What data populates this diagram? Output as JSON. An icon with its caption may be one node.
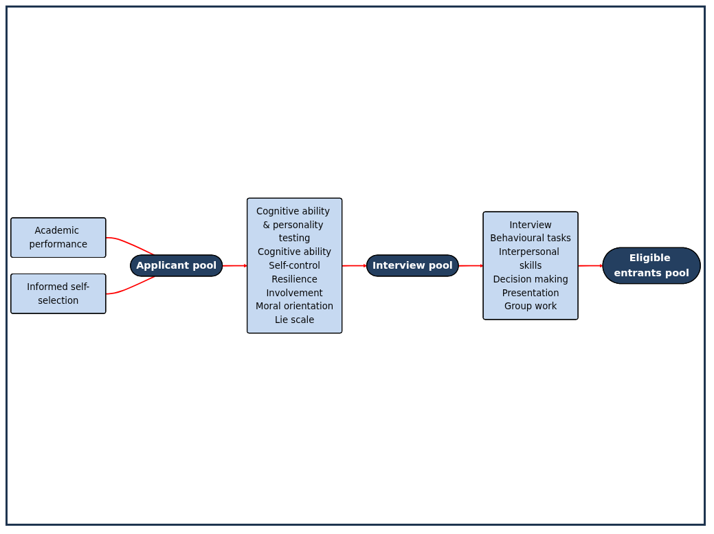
{
  "diagram": {
    "nodes": [
      {
        "text": [
          "Academic performance"
        ]
      },
      {
        "text": [
          "Informed self-selection"
        ]
      },
      {
        "text": [
          "Applicant pool"
        ]
      },
      {
        "text": [
          "Cognitive ability & personality testing",
          "Cognitive ability",
          "Self-control",
          "Resilience",
          "Involvement",
          "Moral orientation",
          "Lie scale"
        ]
      },
      {
        "text": [
          "Interview pool"
        ]
      },
      {
        "text": [
          "Interview",
          "Behavioural tasks",
          "Interpersonal skills",
          "Decision making",
          "Presentation",
          "Group work"
        ]
      },
      {
        "text": [
          "Eligible entrants pool"
        ]
      }
    ],
    "edges": [
      {
        "from": 0,
        "to": 2,
        "arrow": "none"
      },
      {
        "from": 1,
        "to": 2,
        "arrow": "none"
      },
      {
        "from": 2,
        "to": 3,
        "arrow": "to"
      },
      {
        "from": 3,
        "to": 4,
        "arrow": "to"
      },
      {
        "from": 4,
        "to": 5,
        "arrow": "to"
      },
      {
        "from": 5,
        "to": 6,
        "arrow": "to"
      }
    ]
  }
}
